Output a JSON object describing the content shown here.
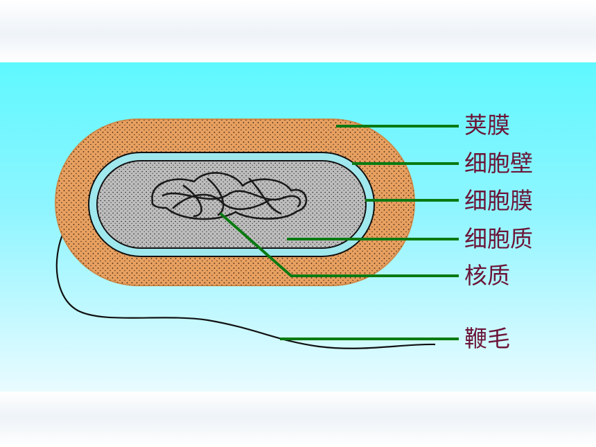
{
  "labels": {
    "capsule": "荚膜",
    "cell_wall": "细胞壁",
    "cell_membrane": "细胞膜",
    "cytoplasm": "细胞质",
    "nucleoid": "核质",
    "flagellum": "鞭毛"
  },
  "colors": {
    "capsule": "#e8a060",
    "cell_wall": "#9fe8ee",
    "cytoplasm": "#bdbdbd",
    "leader_line": "#0a7a12",
    "label_text": "#6b1537",
    "panel": "#5ff8ff"
  }
}
